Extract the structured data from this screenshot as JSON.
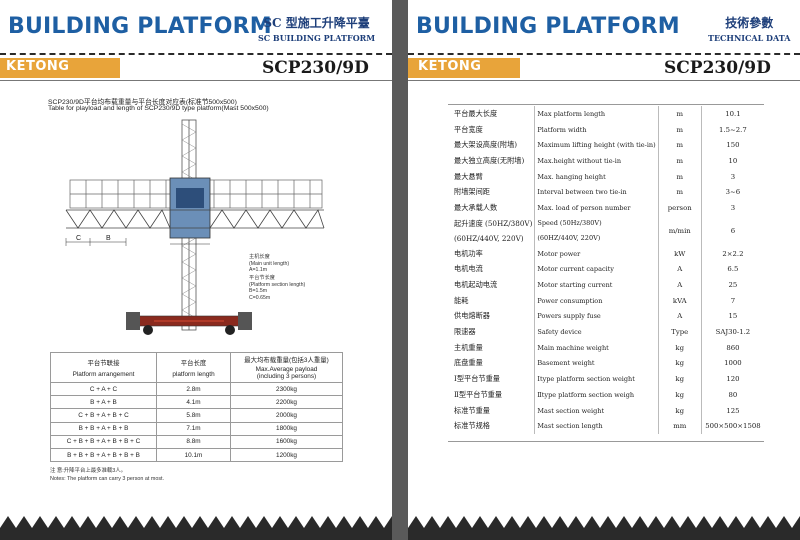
{
  "left": {
    "title": "BUILDING PLATFORM",
    "subtitle_cn": "SC 型施工升降平臺",
    "subtitle_en": "SC BUILDING PLATFORM",
    "brand": "KETONG",
    "model": "SCP230/9D",
    "caption_cn": "SCP230/9D平台均布载重量与平台长度对应表(标准节500x500)",
    "caption_en": "Table for playload and length of SCP230/9D type platform(Mast 500x500)",
    "diagram_labels": {
      "dim_c": "C",
      "dim_b": "B",
      "main_unit": "主机长度\n(Main unit length)\nA=1.1m",
      "section_length": "平台节长度\n(Platform section length)\nB=1.5m\nC=0.65m"
    },
    "table": {
      "header_cn": [
        "平台节联接",
        "平台长度",
        "最大均布载重量(包括3人重量)"
      ],
      "header_en": [
        "Platform arrangement",
        "platform  length",
        "Max.Average payload\n(including 3 persons)"
      ],
      "rows": [
        [
          "C + A + C",
          "2.8m",
          "2300kg"
        ],
        [
          "B + A + B",
          "4.1m",
          "2200kg"
        ],
        [
          "C + B + A + B + C",
          "5.8m",
          "2000kg"
        ],
        [
          "B + B + A + B + B",
          "7.1m",
          "1800kg"
        ],
        [
          "C + B + B + A + B + B + C",
          "8.8m",
          "1600kg"
        ],
        [
          "B + B + B + A + B + B + B",
          "10.1m",
          "1200kg"
        ]
      ]
    },
    "note_cn": "注 意:升降平台上最多准载3人。",
    "note_en": "Notes: The platform can carry 3 person at most."
  },
  "right": {
    "title": "BUILDING PLATFORM",
    "subtitle_cn": "技術參數",
    "subtitle_en": "TECHNICAL DATA",
    "brand": "KETONG",
    "model": "SCP230/9D",
    "specs": [
      {
        "cn": "平台最大长度",
        "en": "Max platform length",
        "unit": "m",
        "val": "10.1"
      },
      {
        "cn": "平台宽度",
        "en": "Platform width",
        "unit": "m",
        "val": "1.5~2.7"
      },
      {
        "cn": "最大架设高度(附墙)",
        "en": "Maximum lifting height (with tie-in)",
        "unit": "m",
        "val": "150"
      },
      {
        "cn": "最大独立高度(无附墙)",
        "en": "Max.height without tie-in",
        "unit": "m",
        "val": "10"
      },
      {
        "cn": "最大悬臂",
        "en": "Max. hanging height",
        "unit": "m",
        "val": "3"
      },
      {
        "cn": "附墙架间距",
        "en": "Interval between two tie-in",
        "unit": "m",
        "val": "3~6"
      },
      {
        "cn": "最大承载人数",
        "en": "Max. load of person number",
        "unit": "person",
        "val": "3"
      },
      {
        "cn": "起升速度 (50HZ/380V)",
        "cn2": "(60HZ/440V, 220V)",
        "en": "Speed (50Hz/380V)",
        "en2": "(60HZ/440V, 220V)",
        "unit": "m/min",
        "val": "6"
      },
      {
        "cn": "电机功率",
        "en": "Motor power",
        "unit": "kW",
        "val": "2×2.2"
      },
      {
        "cn": "电机电流",
        "en": "Motor current capacity",
        "unit": "A",
        "val": "6.5"
      },
      {
        "cn": "电机起动电流",
        "en": "Motor starting current",
        "unit": "A",
        "val": "25"
      },
      {
        "cn": "能耗",
        "en": "Power consumption",
        "unit": "kVA",
        "val": "7"
      },
      {
        "cn": "供电熔断器",
        "en": "Powers supply fuse",
        "unit": "A",
        "val": "15"
      },
      {
        "cn": "限速器",
        "en": "Safety device",
        "unit": "Type",
        "val": "SAJ30-1.2"
      },
      {
        "cn": "主机重量",
        "en": "Main machine weight",
        "unit": "kg",
        "val": "860"
      },
      {
        "cn": "底盘重量",
        "en": "Basement weight",
        "unit": "kg",
        "val": "1000"
      },
      {
        "cn": "Ⅰ型平台节重量",
        "en": "Ⅰtype platform section weight",
        "unit": "kg",
        "val": "120"
      },
      {
        "cn": "Ⅱ型平台节重量",
        "en": "Ⅱtype platform section weigh",
        "unit": "kg",
        "val": "80"
      },
      {
        "cn": "标准节重量",
        "en": "Mast section weight",
        "unit": "kg",
        "val": "125"
      },
      {
        "cn": "标准节规格",
        "en": "Mast section length",
        "unit": "mm",
        "val": "500×500×1508"
      }
    ]
  },
  "colors": {
    "title_blue": "#1e5fa3",
    "brand_orange": "#e8a43a",
    "rack_dark": "#2a2a2a"
  }
}
